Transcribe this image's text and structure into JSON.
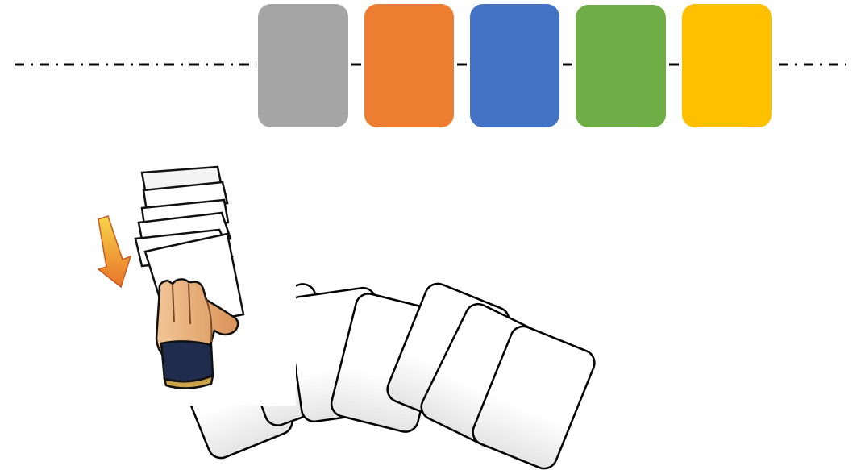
{
  "colors": {
    "background": "#ffffff",
    "line": "#000000",
    "slot_colors": [
      "#a5a5a5",
      "#ed7d31",
      "#4472c4",
      "#70ad47",
      "#ffc000"
    ],
    "card_stroke": "#000000",
    "card_fill": "#ffffff",
    "card_shade": "#e6e6e6",
    "arrow_top": "#f7d54a",
    "arrow_bottom": "#e8732a",
    "skin": "#e9b17c",
    "skin_shadow": "#c17a45",
    "cuff": "#1f2c4e",
    "cuff_band": "#c9a24a"
  },
  "color_slots": [
    {
      "name": "gray"
    },
    {
      "name": "orange"
    },
    {
      "name": "blue"
    },
    {
      "name": "green"
    },
    {
      "name": "yellow"
    }
  ],
  "scattered_card_count": 7,
  "icons": [
    "hand-holding-deck-icon",
    "down-arrow-icon"
  ]
}
